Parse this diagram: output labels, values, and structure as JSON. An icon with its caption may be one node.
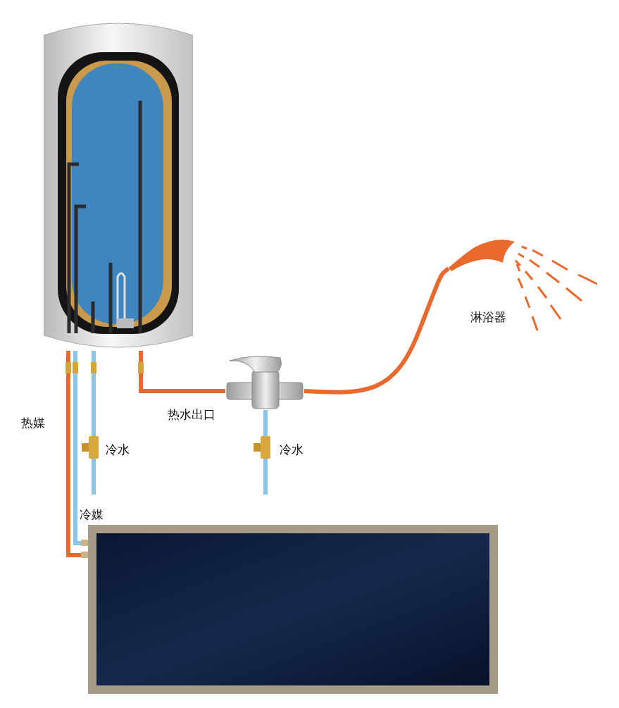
{
  "diagram": {
    "nodes": [
      {
        "text": [],
        "shape": "picture"
      },
      {
        "text": [],
        "shape": "picture"
      },
      {
        "text": [],
        "shape": "picture",
        "beside": [
          "淋浴器"
        ]
      },
      {
        "text": [],
        "shape": "picture"
      }
    ],
    "edges": [
      {
        "from": 0,
        "to": 1,
        "arrow": "none",
        "label": "热水出口",
        "color": "#e8692c"
      },
      {
        "from": 1,
        "to": 2,
        "arrow": "none",
        "color": "#e8692c"
      },
      {
        "from": null,
        "to": 0,
        "arrow": "none",
        "label": "冷水",
        "color": "#8cc4e8"
      },
      {
        "from": null,
        "to": 1,
        "arrow": "none",
        "label": "冷水",
        "color": "#8cc4e8"
      },
      {
        "from": 3,
        "to": 0,
        "arrow": "none",
        "label": "热媒",
        "color": "#e8692c"
      },
      {
        "from": 0,
        "to": 3,
        "arrow": "none",
        "label": "冷媒",
        "color": "#8cc4e8"
      }
    ]
  }
}
